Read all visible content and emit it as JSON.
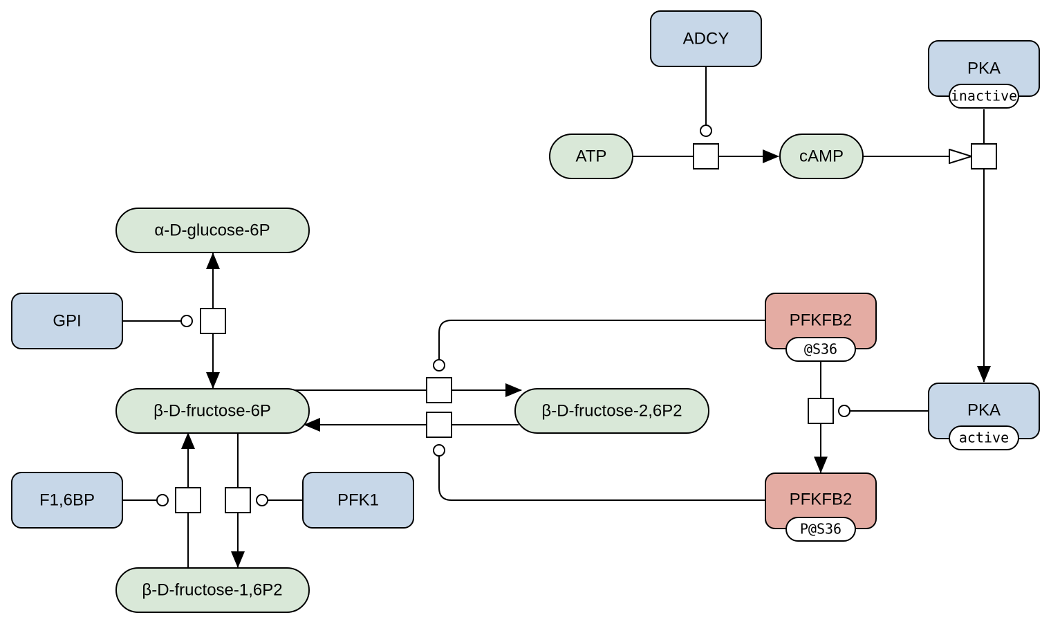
{
  "diagram": {
    "colors": {
      "macromolecule_blue": "#c7d7e8",
      "macromolecule_red": "#e4aca3",
      "simple_chemical": "#d9e8d8",
      "outline": "#000000",
      "state_variable": "#ffffff"
    },
    "nodes": {
      "adcy": {
        "label": "ADCY",
        "kind": "macromolecule",
        "color": "blue"
      },
      "pka_inactive": {
        "label": "PKA",
        "state": "inactive",
        "kind": "macromolecule",
        "color": "blue"
      },
      "atp": {
        "label": "ATP",
        "kind": "simple-chemical"
      },
      "camp": {
        "label": "cAMP",
        "kind": "simple-chemical"
      },
      "a_d_glucose_6p": {
        "label": "α-D-glucose-6P",
        "kind": "simple-chemical"
      },
      "gpi": {
        "label": "GPI",
        "kind": "macromolecule",
        "color": "blue"
      },
      "pfkfb2_s36": {
        "label": "PFKFB2",
        "state": "@S36",
        "kind": "macromolecule",
        "color": "red"
      },
      "b_d_fructose_6p": {
        "label": "β-D-fructose-6P",
        "kind": "simple-chemical"
      },
      "b_d_fructose_26p2": {
        "label": "β-D-fructose-2,6P2",
        "kind": "simple-chemical"
      },
      "pka_active": {
        "label": "PKA",
        "state": "active",
        "kind": "macromolecule",
        "color": "blue"
      },
      "f16bp": {
        "label": "F1,6BP",
        "kind": "macromolecule",
        "color": "blue"
      },
      "pfk1": {
        "label": "PFK1",
        "kind": "macromolecule",
        "color": "blue"
      },
      "pfkfb2_ps36": {
        "label": "PFKFB2",
        "state": "P@S36",
        "kind": "macromolecule",
        "color": "red"
      },
      "b_d_fructose_16p2": {
        "label": "β-D-fructose-1,6P2",
        "kind": "simple-chemical"
      }
    },
    "edge_kinds": {
      "consumption": "line",
      "production": "filled-arrow",
      "catalysis": "open-circle",
      "stimulation": "open-arrow"
    }
  }
}
